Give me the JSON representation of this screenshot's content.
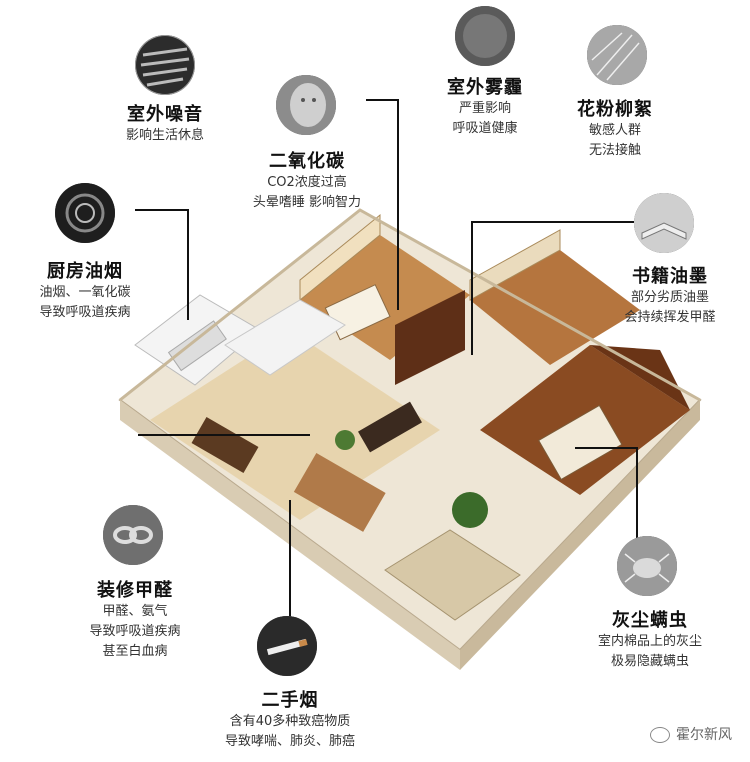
{
  "callouts": {
    "noise": {
      "title": "室外噪音",
      "lines": [
        "影响生活休息"
      ],
      "icon": "speaker-grille-icon"
    },
    "co2": {
      "title": "二氧化碳",
      "lines": [
        "CO2浓度过高",
        "头晕嗜睡 影响智力"
      ],
      "icon": "face-icon"
    },
    "haze": {
      "title": "室外雾霾",
      "lines": [
        "严重影响",
        "呼吸道健康"
      ],
      "icon": "smog-icon"
    },
    "pollen": {
      "title": "花粉柳絮",
      "lines": [
        "敏感人群",
        "无法接触"
      ],
      "icon": "pollen-icon"
    },
    "kitchen": {
      "title": "厨房油烟",
      "lines": [
        "油烟、一氧化碳",
        "导致呼吸道疾病"
      ],
      "icon": "gas-burner-icon"
    },
    "books": {
      "title": "书籍油墨",
      "lines": [
        "部分劣质油墨",
        "会持续挥发甲醛"
      ],
      "icon": "book-icon"
    },
    "formaldehyde": {
      "title": "装修甲醛",
      "lines": [
        "甲醛、氨气",
        "导致呼吸道疾病",
        "甚至白血病"
      ],
      "icon": "chain-icon"
    },
    "smoke": {
      "title": "二手烟",
      "lines": [
        "含有40多种致癌物质",
        "导致哮喘、肺炎、肺癌"
      ],
      "icon": "cigarette-icon"
    },
    "mites": {
      "title": "灰尘螨虫",
      "lines": [
        "室内棉品上的灰尘",
        "极易隐藏螨虫"
      ],
      "icon": "dust-mite-icon"
    }
  },
  "watermark": "霍尔新风",
  "colors": {
    "wood": "#8a4b22",
    "wall": "#f2e2c2",
    "floor": "#c9a06a",
    "outer": "#efe6d6"
  }
}
